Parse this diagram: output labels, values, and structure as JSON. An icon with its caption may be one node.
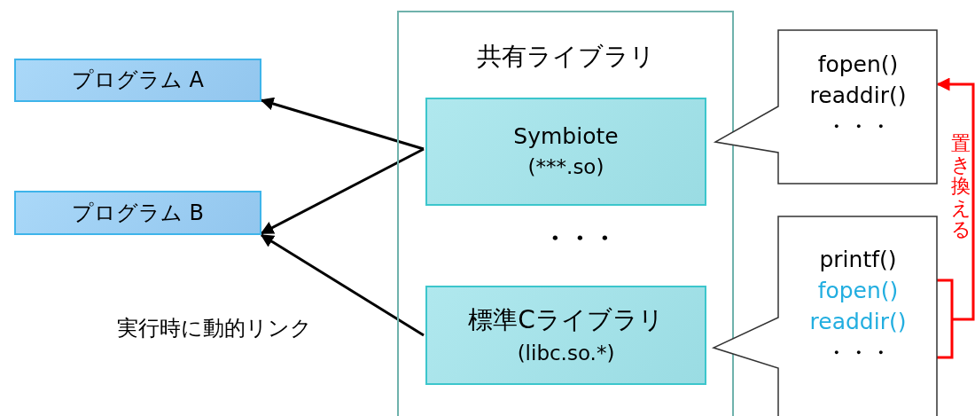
{
  "diagram": {
    "nodes": [
      {
        "text": [
          "プログラム A"
        ]
      },
      {
        "text": [
          "プログラム B"
        ]
      },
      {
        "text": [
          "共有ライブラリ"
        ]
      },
      {
        "text": [
          "Symbiote",
          "(***.so)"
        ],
        "in": 2
      },
      {
        "text": [
          "標準Cライブラリ",
          "(libc.so.*)"
        ],
        "in": 2
      },
      {
        "text": [
          "fopen()",
          "readdir()",
          "・・・"
        ]
      },
      {
        "text": [
          "printf()",
          "fopen()",
          "readdir()",
          "・・・"
        ]
      }
    ],
    "edges": [
      {
        "from": 3,
        "to": 0,
        "arrow": "to"
      },
      {
        "from": 3,
        "to": 1,
        "arrow": "to"
      },
      {
        "from": 4,
        "to": 1,
        "arrow": "to"
      },
      {
        "from": 6,
        "to": 5,
        "arrow": "to",
        "label": "置き換える",
        "color": "#ff0000"
      }
    ],
    "labels": [
      "・・・",
      "実行時に動的リンク"
    ]
  }
}
